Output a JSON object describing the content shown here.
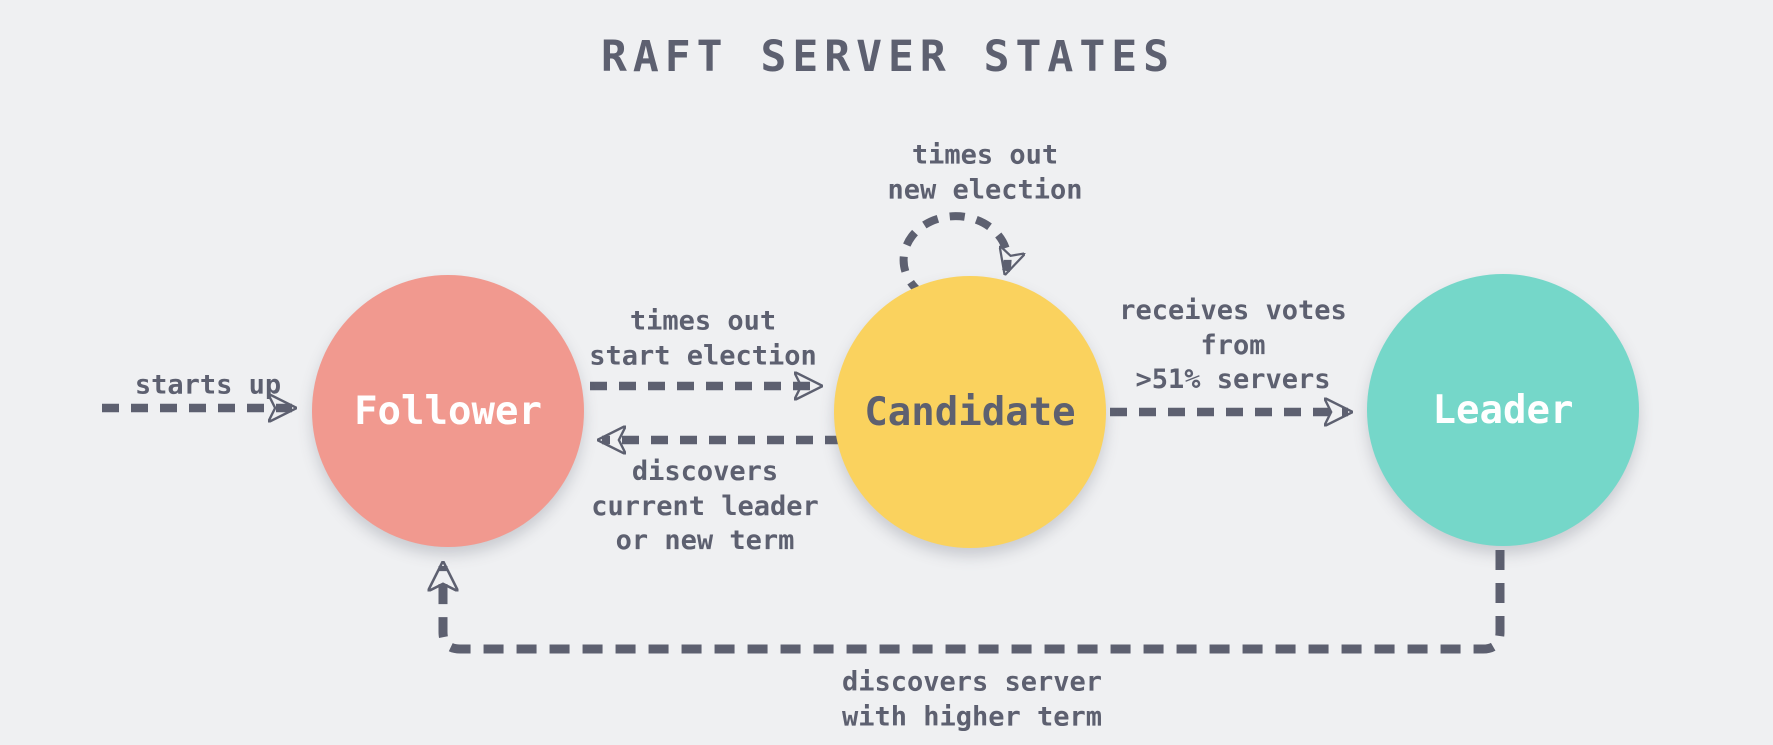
{
  "title": "RAFT SERVER STATES",
  "colors": {
    "background": "#eff0f2",
    "ink": "#5d6070",
    "follower": "#f1998f",
    "candidate": "#fad25e",
    "leader": "#75d7c9",
    "label_light": "#ffffff"
  },
  "nodes": {
    "follower": {
      "label": "Follower"
    },
    "candidate": {
      "label": "Candidate"
    },
    "leader": {
      "label": "Leader"
    }
  },
  "edges": {
    "starts_up": {
      "label": "starts up"
    },
    "start_election": {
      "label": "times out\nstart election"
    },
    "discovers_leader": {
      "label": "discovers\ncurrent leader\nor new term"
    },
    "receives_votes": {
      "label": "receives votes\nfrom\n>51% servers"
    },
    "new_election": {
      "label": "times out\nnew election"
    },
    "higher_term": {
      "label": "discovers server\nwith higher term"
    }
  }
}
